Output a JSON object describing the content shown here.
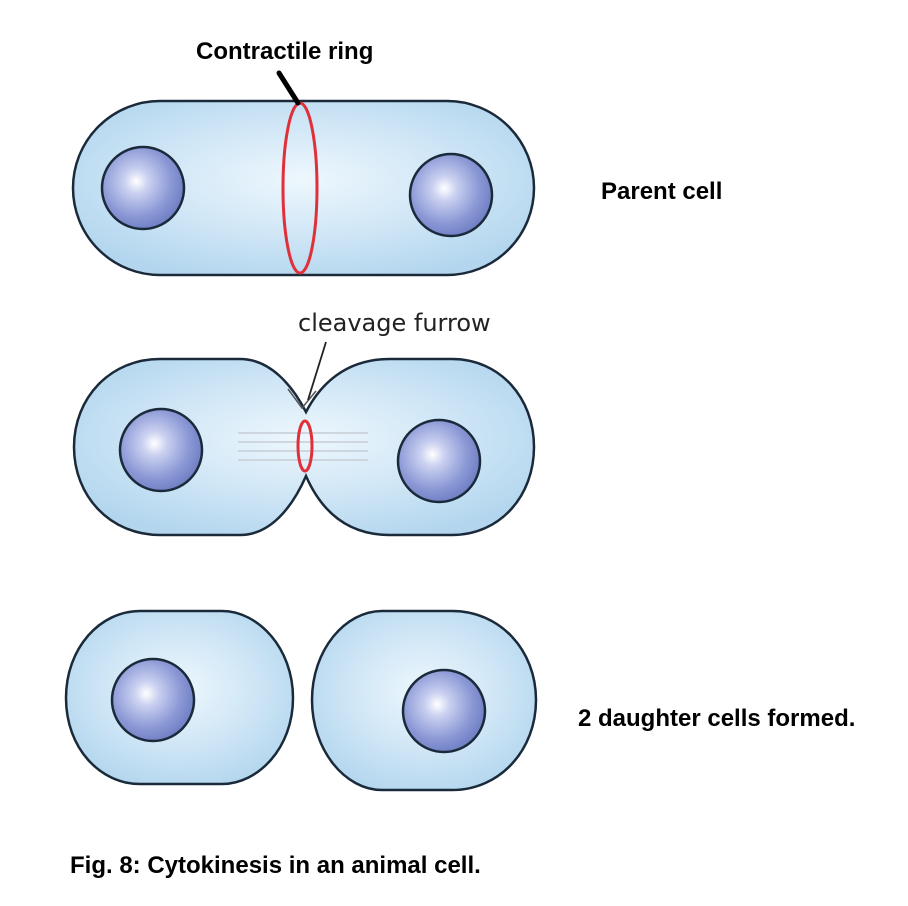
{
  "labels": {
    "contractile_ring": "Contractile ring",
    "parent_cell": "Parent cell",
    "cleavage_furrow": "cleavage furrow",
    "daughter_cells": "2 daughter cells formed."
  },
  "caption": "Fig. 8: Cytokinesis in an animal cell.",
  "colors": {
    "cytoplasm": "#b9daf0",
    "cytoplasm_highlight": "#eef7fd",
    "outline": "#1a2a3a",
    "nucleus": "#7f8fcf",
    "nucleus_highlight": "#ffffff",
    "ring": "#e0303a",
    "text": "#000000"
  }
}
